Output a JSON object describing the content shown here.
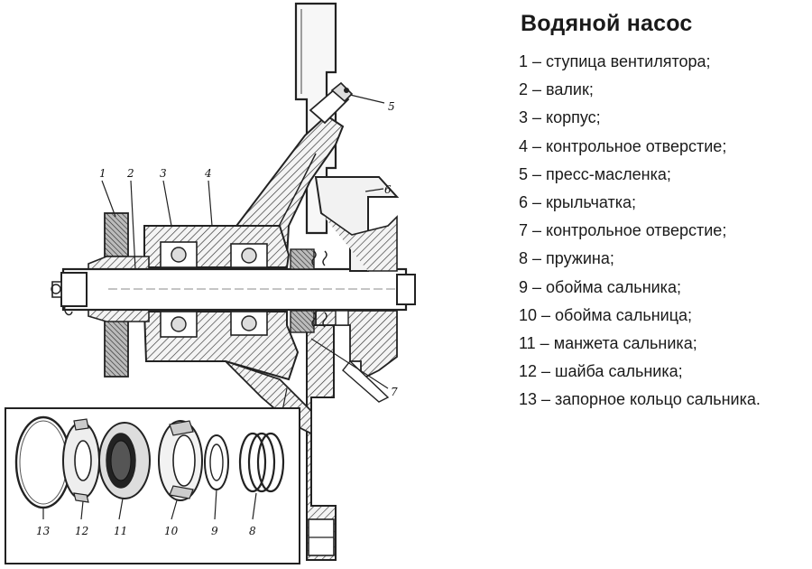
{
  "title": "Водяной насос",
  "legend_items": [
    "1 – ступица вентилятора;",
    "2 – валик;",
    "3 – корпус;",
    "4 – контрольное отверстие;",
    "5 – пресс-масленка;",
    "6 – крыльчатка;",
    "7 – контрольное отверстие;",
    "8 – пружина;",
    "9 – обойма сальника;",
    "10 – обойма сальница;",
    "11 – манжета сальника;",
    "12 – шайба сальника;",
    "13 – запорное кольцо сальника."
  ],
  "callouts": {
    "c1": "1",
    "c2": "2",
    "c3": "3",
    "c4": "4",
    "c5": "5",
    "c6": "6",
    "c7": "7",
    "c13": "13",
    "c12": "12",
    "c11": "11",
    "c10": "10",
    "c9": "9",
    "c8": "8"
  }
}
